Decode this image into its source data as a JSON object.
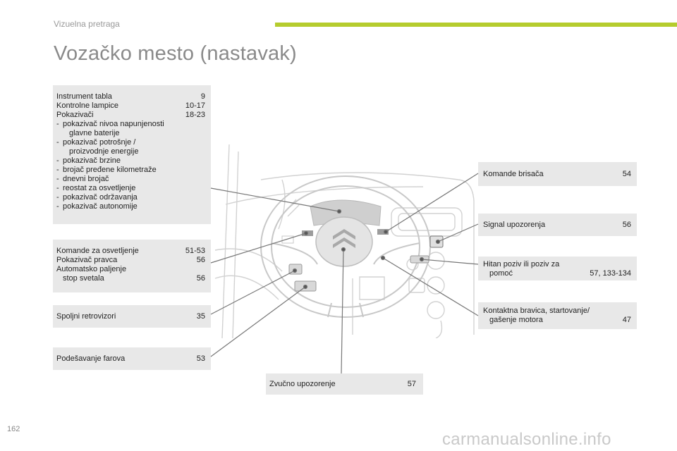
{
  "header": {
    "section": "Vizuelna pretraga",
    "title": "Vozačko mesto (nastavak)"
  },
  "colors": {
    "accent": "#b5cc2e",
    "box_bg": "#e8e8e8",
    "title": "#8a8a8a"
  },
  "boxes": {
    "instruments": {
      "rows": [
        {
          "label": "Instrument tabla",
          "page": "9"
        },
        {
          "label": "Kontrolne lampice",
          "page": "10-17"
        },
        {
          "label": "Pokazivači",
          "page": "18-23"
        }
      ],
      "items": [
        {
          "line1": "pokazivač nivoa napunjenosti",
          "line2": "glavne baterije"
        },
        {
          "line1": "pokazivač potrošnje /",
          "line2": "proizvodnje energije"
        },
        {
          "line1": "pokazivač brzine",
          "line2": ""
        },
        {
          "line1": "brojač pređene kilometraže",
          "line2": ""
        },
        {
          "line1": "dnevni brojač",
          "line2": ""
        },
        {
          "line1": "reostat za osvetljenje",
          "line2": ""
        },
        {
          "line1": "pokazivač održavanja",
          "line2": ""
        },
        {
          "line1": "pokazivač autonomije",
          "line2": ""
        }
      ]
    },
    "lights": {
      "rows": [
        {
          "label": "Komande za osvetljenje",
          "page": "51-53"
        },
        {
          "label": "Pokazivač pravca",
          "page": "56"
        }
      ],
      "auto_line1": "Automatsko paljenje",
      "auto_line2": "stop svetala",
      "auto_page": "56"
    },
    "mirrors": {
      "label": "Spoljni retrovizori",
      "page": "35"
    },
    "headlamp": {
      "label": "Podešavanje farova",
      "page": "53"
    },
    "horn": {
      "label": "Zvučno upozorenje",
      "page": "57"
    },
    "wipers": {
      "label": "Komande brisača",
      "page": "54"
    },
    "hazard": {
      "label": "Signal upozorenja",
      "page": "56"
    },
    "emergency": {
      "line1": "Hitan poziv ili poziv za",
      "line2": "pomoć",
      "page": "57, 133-134"
    },
    "ignition": {
      "line1": "Kontaktna bravica, startovanje/",
      "line2": "gašenje motora",
      "page": "47"
    }
  },
  "footer": {
    "page_number": "162",
    "watermark": "carmanualsonline.info"
  }
}
